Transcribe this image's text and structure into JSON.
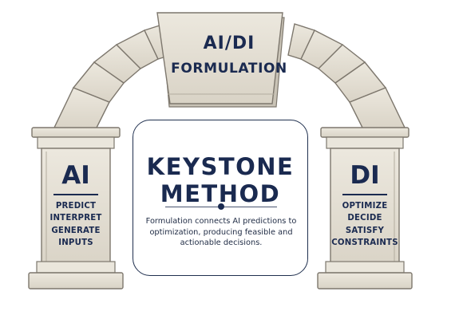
{
  "keystone": {
    "line1": "AI/DI",
    "line2": "FORMULATION"
  },
  "center": {
    "title_line1": "KEYSTONE",
    "title_line2": "METHOD",
    "description": "Formulation connects AI predictions to optimization, producing feasible and actionable decisions."
  },
  "left_pillar": {
    "heading": "AI",
    "items": [
      "PREDICT",
      "INTERPRET",
      "GENERATE",
      "INPUTS"
    ]
  },
  "right_pillar": {
    "heading": "DI",
    "items": [
      "OPTIMIZE",
      "DECIDE",
      "SATISFY",
      "CONSTRAINTS"
    ]
  },
  "colors": {
    "text_navy": "#1a2a50",
    "stone": "#e4dfd4",
    "stone_outline": "#7d776d",
    "panel_border": "#20304f"
  }
}
